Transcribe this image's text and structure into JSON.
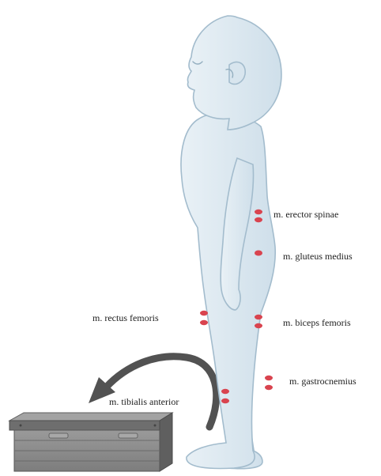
{
  "labels": {
    "erector_spinae": "m. erector spinae",
    "gluteus_medius": "m. gluteus medius",
    "rectus_femoris": "m. rectus femoris",
    "biceps_femoris": "m. biceps femoris",
    "gastrocnemius": "m. gastrocnemius",
    "tibialis_anterior": "m. tibialis anterior"
  },
  "colors": {
    "skin": "#dbe8f0",
    "outline": "#a8bfcf",
    "electrode": "#d9444f",
    "box": "#8a8a8a",
    "arrow": "#545454"
  }
}
